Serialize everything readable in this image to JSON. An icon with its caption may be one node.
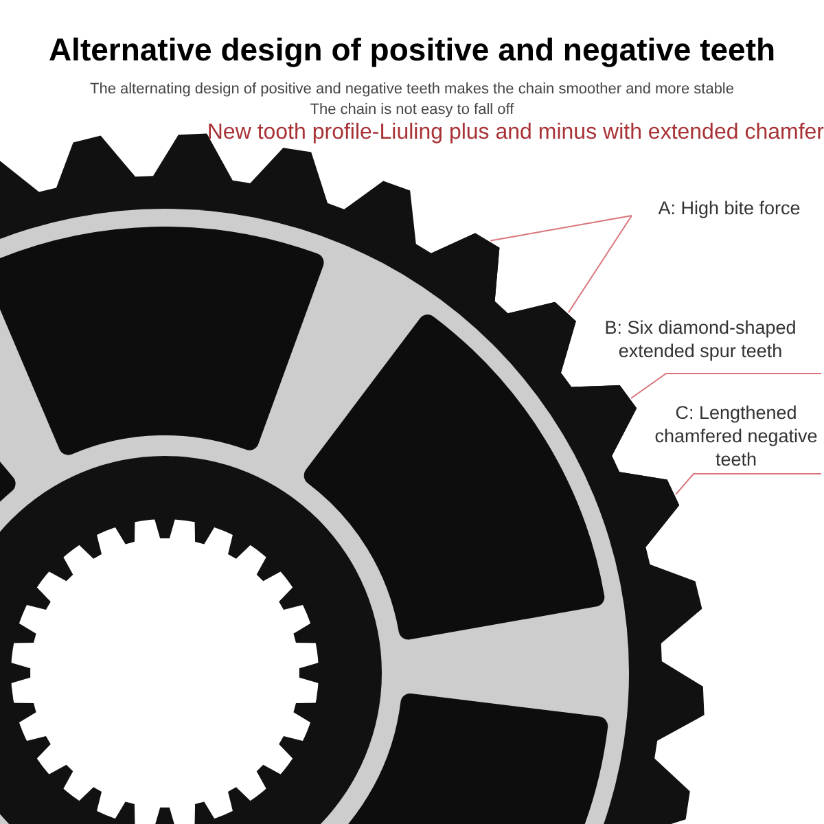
{
  "diagram": {
    "title": "Alternative design of positive and negative teeth",
    "nodes": [
      {
        "text": [
          "A: High bite force"
        ]
      },
      {
        "text": [
          "B: Six diamond-shaped extended spur teeth"
        ]
      },
      {
        "text": [
          "C: Lengthened chamfered negative teeth"
        ]
      },
      {
        "text": [],
        "shape": "picture"
      },
      {
        "text": [],
        "shape": "picture"
      },
      {
        "text": [],
        "shape": "picture"
      },
      {
        "text": [],
        "shape": "picture"
      }
    ],
    "edges": [
      {
        "from": 0,
        "to": 3,
        "arrow": "none"
      },
      {
        "from": 0,
        "to": 4,
        "arrow": "none"
      },
      {
        "from": 1,
        "to": 5,
        "arrow": "none"
      },
      {
        "from": 2,
        "to": 6,
        "arrow": "none"
      }
    ],
    "labels": [
      "The alternating design of positive and negative teeth makes the chain smoother and more stable",
      "The chain is not easy to fall off",
      "New tooth profile-Liuling plus and minus with extended chamfer"
    ]
  }
}
